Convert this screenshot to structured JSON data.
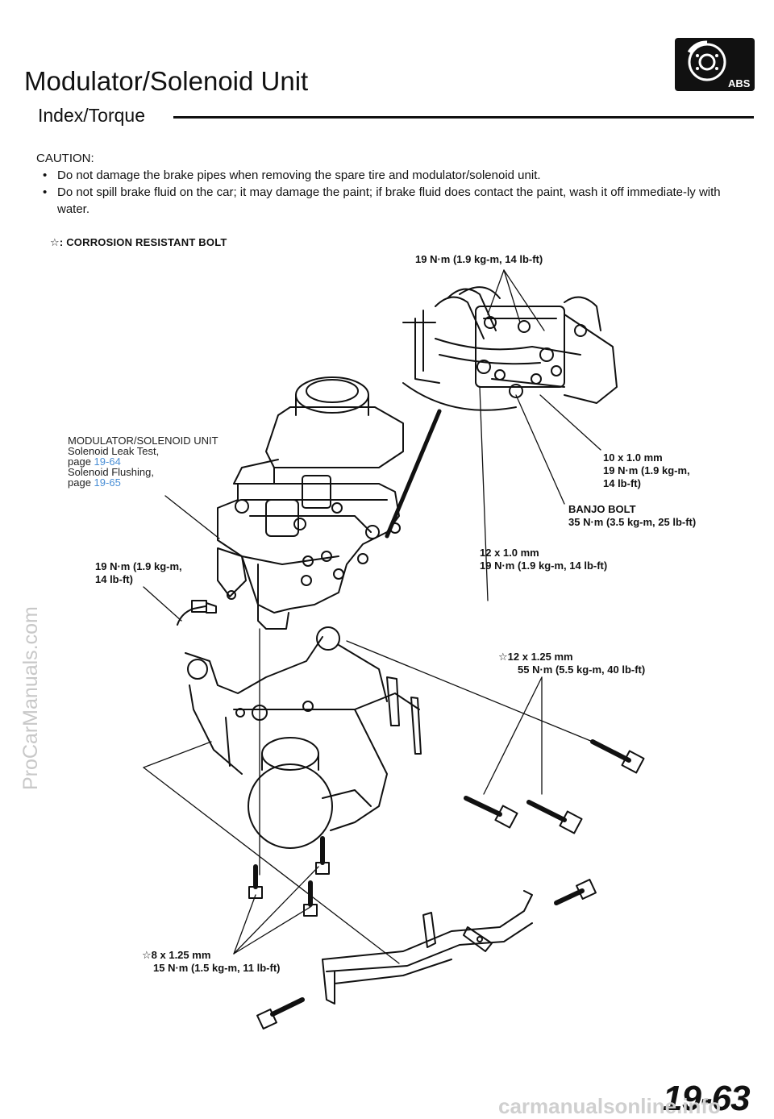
{
  "header": {
    "title": "Modulator/Solenoid Unit",
    "subtitle": "Index/Torque",
    "badge_label": "ABS"
  },
  "caution": {
    "heading": "CAUTION:",
    "items": [
      "Do not damage the brake pipes when removing the spare tire and modulator/solenoid unit.",
      "Do not spill brake fluid on the car; it may damage the paint; if brake fluid does contact the paint, wash it off immediate-ly with water."
    ]
  },
  "legend": {
    "symbol": "☆",
    "text": ": CORROSION RESISTANT BOLT"
  },
  "callouts": {
    "top_torque": "19 N·m (1.9 kg-m, 14 lb-ft)",
    "c10_line1": "10 x 1.0 mm",
    "c10_line2": "19 N·m (1.9 kg-m,",
    "c10_line3": "14 lb-ft)",
    "banjo_line1": "BANJO BOLT",
    "banjo_line2": "35 N·m (3.5 kg-m, 25 lb-ft)",
    "c12_line1": "12 x 1.0 mm",
    "c12_line2": "19 N·m (1.9 kg-m, 14 lb-ft)",
    "left_line1": "19 N·m (1.9 kg-m,",
    "left_line2": "14 lb-ft)",
    "c1225_line1": "12 x 1.25 mm",
    "c1225_line2": "55 N·m (5.5 kg-m, 40 lb-ft)",
    "c8_line1": "8 x 1.25 mm",
    "c8_line2": "15 N·m (1.5 kg-m, 11 lb-ft)"
  },
  "unit_note": {
    "title": "MODULATOR/SOLENOID UNIT",
    "leak_label": "Solenoid Leak Test,",
    "page_word": "page",
    "leak_page": "19-64",
    "flush_label": "Solenoid Flushing,",
    "flush_page": "19-65"
  },
  "page_number": "19-63",
  "watermarks": {
    "side": "ProCarManuals.com",
    "footer": "carmanualsonline.info"
  }
}
